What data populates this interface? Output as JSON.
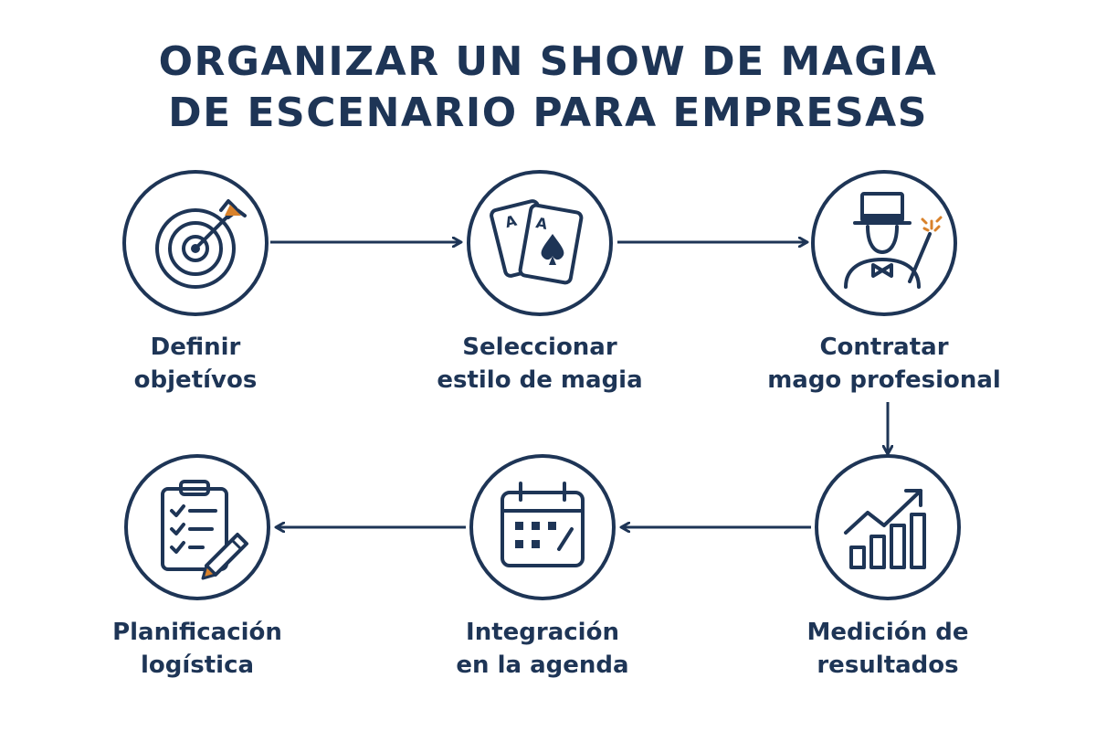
{
  "title": {
    "line1": "ORGANIZAR UN SHOW DE MAGIA",
    "line2": "DE ESCENARIO PARA EMPRESAS"
  },
  "steps": [
    {
      "line1": "Definir",
      "line2": "objetívos",
      "icon": "target-icon"
    },
    {
      "line1": "Seleccionar",
      "line2": "estilo de magia",
      "icon": "playing-cards-icon"
    },
    {
      "line1": "Contratar",
      "line2": "mago profesional",
      "icon": "magician-icon"
    },
    {
      "line1": "Medición de",
      "line2": "resultados",
      "icon": "growth-chart-icon"
    },
    {
      "line1": "Integración",
      "line2": "en la agenda",
      "icon": "calendar-icon"
    },
    {
      "line1": "Planificación",
      "line2": "logística",
      "icon": "checklist-icon"
    }
  ],
  "card_letter": "A",
  "colors": {
    "primary": "#1e3556",
    "accent": "#d9822b",
    "background": "#ffffff"
  }
}
